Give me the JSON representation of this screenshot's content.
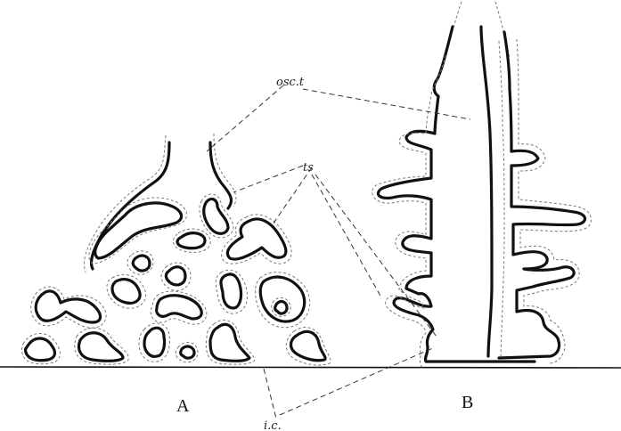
{
  "labels": {
    "osc_t": "osc.t",
    "ts": "ts",
    "ic": "i.c."
  },
  "captions": {
    "a": "A",
    "b": "B"
  }
}
